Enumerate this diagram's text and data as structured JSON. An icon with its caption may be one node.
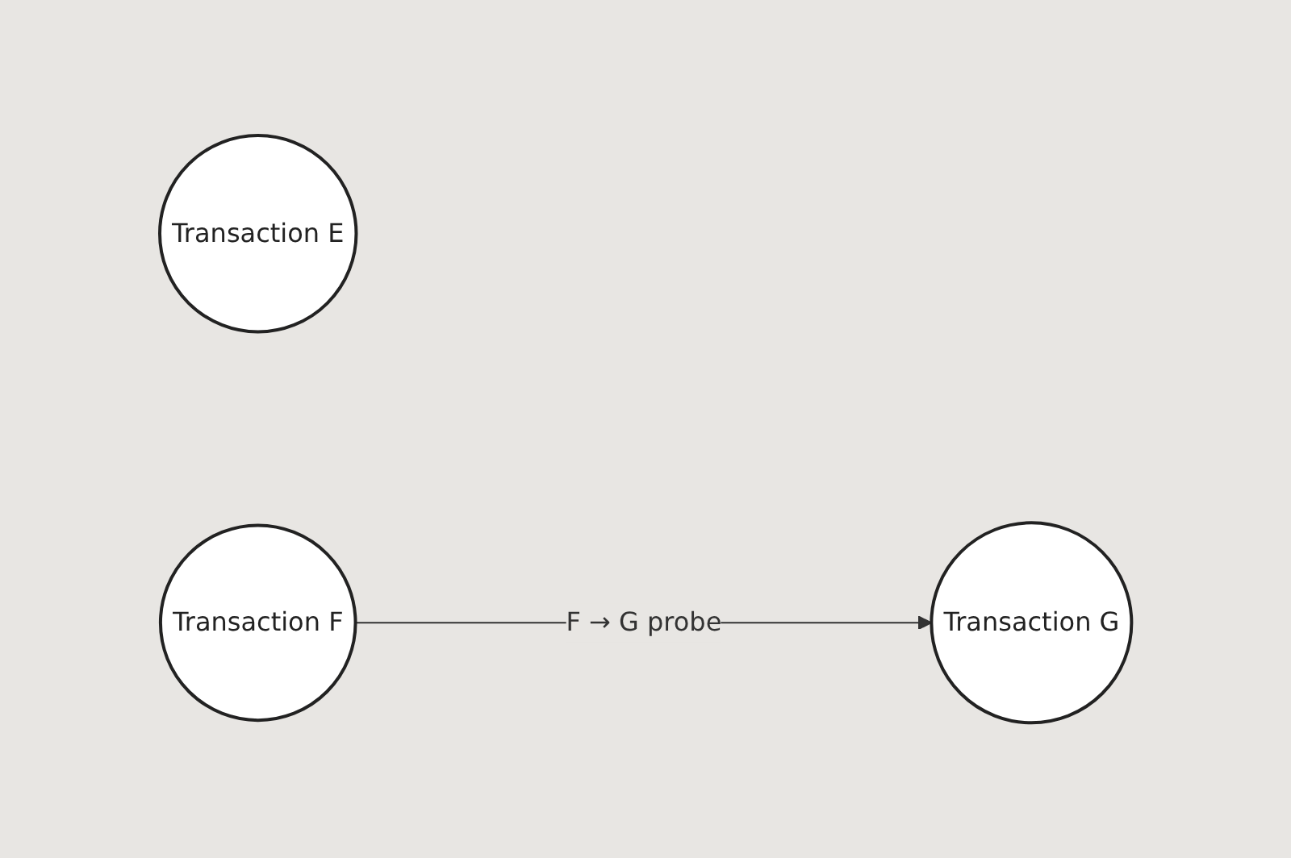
{
  "diagram": {
    "nodes": [
      {
        "text": [
          "Transaction E"
        ]
      },
      {
        "text": [
          "Transaction F"
        ]
      },
      {
        "text": [
          "Transaction G"
        ]
      }
    ],
    "edges": [
      {
        "from": 1,
        "to": 2,
        "arrow": "to",
        "label": "F → G probe"
      }
    ]
  }
}
